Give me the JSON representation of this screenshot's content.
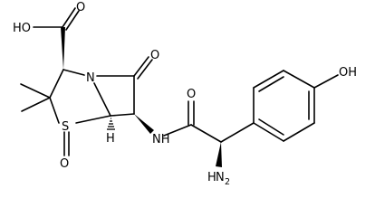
{
  "molecule": {
    "labels": {
      "carboxyl_oh": "HO",
      "carboxyl_o": "O",
      "ring_n": "N",
      "lactam_o": "O",
      "ring_s": "S",
      "sulfoxide_o": "O",
      "bridge_h": "H",
      "amide_nh": "NH",
      "amide_o": "O",
      "amine_h": "H",
      "amine_n": "N",
      "amine_sub": "2",
      "phenol_oh": "OH"
    }
  }
}
